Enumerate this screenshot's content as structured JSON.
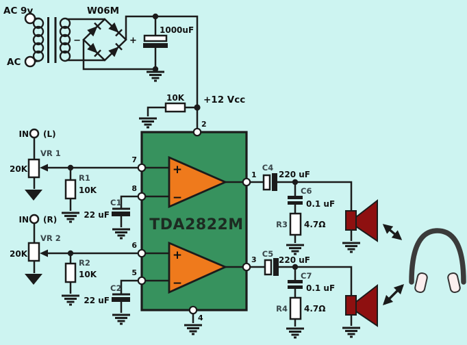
{
  "colors": {
    "background": "#cdf4f1",
    "wire": "#1b1b1b",
    "text": "#101010",
    "chip": "#37925e",
    "opamp": "#ef7a1c",
    "speaker": "#8e1010",
    "component_fill": "#ffffff",
    "headphone_band": "#3b3b3b",
    "headphone_pad": "#fbeeee",
    "designator_text": "#39464a"
  },
  "power": {
    "ac_label_top": "AC 9v",
    "ac_label_bottom": "AC",
    "bridge_label": "W06M",
    "bridge_minus": "−",
    "bridge_plus": "+",
    "filter_cap_value": "1000uF",
    "bias_resistor_value": "10K",
    "rail_label": "+12 Vcc"
  },
  "chip": {
    "part_number": "TDA2822M",
    "plus": "+",
    "minus": "−",
    "pins": {
      "vcc": "2",
      "out_left": "1",
      "out_right": "3",
      "gnd": "4",
      "in_left_plus": "7",
      "in_left_minus": "8",
      "in_right_plus": "6",
      "in_right_minus": "5"
    }
  },
  "input_left": {
    "in_label": "IN",
    "channel_label": "(L)",
    "pot_name": "VR 1",
    "pot_value": "20K",
    "resistor_name": "R1",
    "resistor_value": "10K",
    "cap_name": "C1",
    "cap_value": "22 uF"
  },
  "input_right": {
    "in_label": "IN",
    "channel_label": "(R)",
    "pot_name": "VR 2",
    "pot_value": "20K",
    "resistor_name": "R2",
    "resistor_value": "10K",
    "cap_name": "C2",
    "cap_value": "22 uF"
  },
  "output_left": {
    "coupling_cap_name": "C4",
    "coupling_cap_value": "220 uF",
    "filter_cap_name": "C6",
    "filter_cap_value": "0.1 uF",
    "resistor_name": "R3",
    "resistor_value": "4.7Ω"
  },
  "output_right": {
    "coupling_cap_name": "C5",
    "coupling_cap_value": "220 uF",
    "filter_cap_name": "C7",
    "filter_cap_value": "0.1 uF",
    "resistor_name": "R4",
    "resistor_value": "4.7Ω"
  }
}
